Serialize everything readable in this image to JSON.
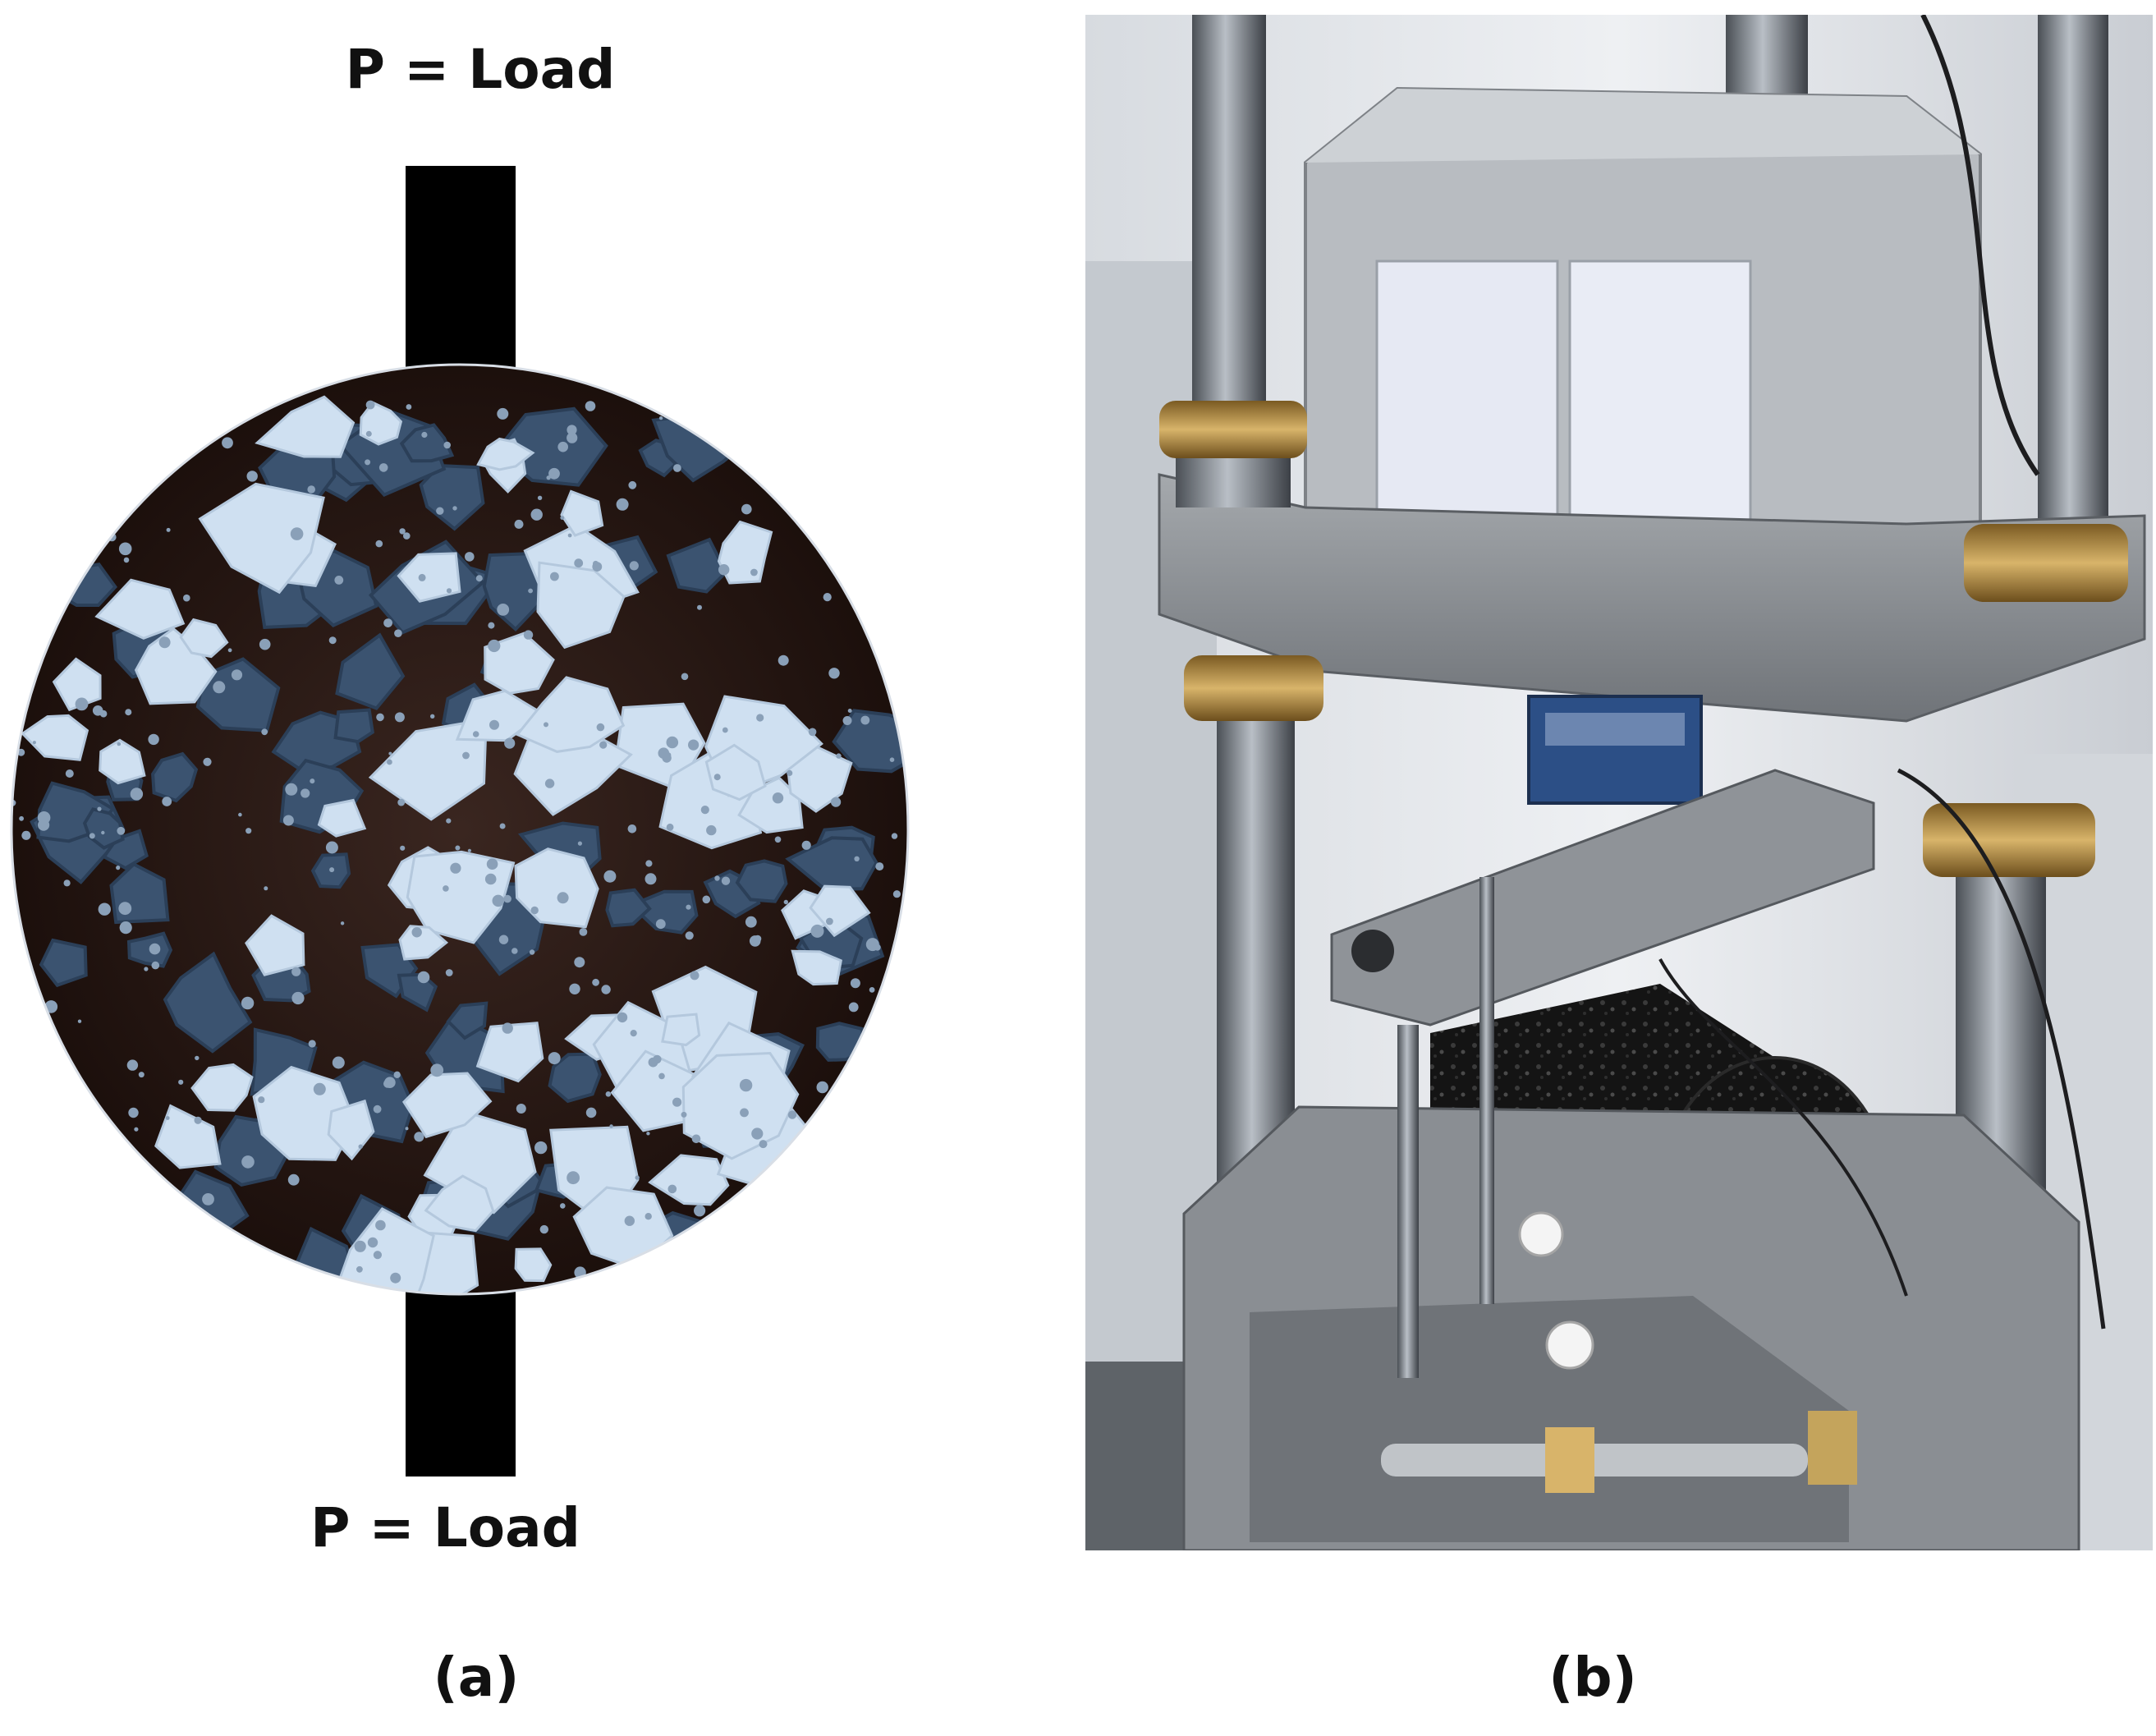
{
  "panel_a": {
    "load_top_label": "P = Load",
    "load_bottom_label": "P = Load",
    "caption": "(a)",
    "colors": {
      "loading_strip": "#000000",
      "binder": "#2a1712",
      "dark_aggregate": "#3b5370",
      "light_aggregate": "#cfe0f1"
    }
  },
  "panel_b": {
    "caption": "(b)"
  }
}
